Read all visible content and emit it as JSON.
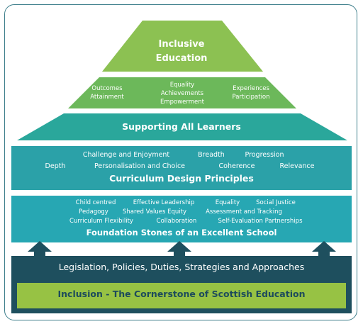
{
  "apex": {
    "line1": "Inclusive",
    "line2": "Education"
  },
  "tier2": {
    "left": [
      "Outcomes",
      "Attainment"
    ],
    "center": [
      "Equality",
      "Achievements",
      "Empowerment"
    ],
    "right": [
      "Experiences",
      "Participation"
    ]
  },
  "supporting": "Supporting All Learners",
  "curriculum": {
    "row1": [
      "Challenge and Enjoyment",
      "Breadth",
      "Progression"
    ],
    "row2": [
      "Depth",
      "Personalisation and Choice",
      "Coherence",
      "Relevance"
    ],
    "title": "Curriculum Design Principles"
  },
  "foundation": {
    "row1": [
      "Child centred",
      "Effective Leadership",
      "Equality",
      "Social Justice"
    ],
    "row2": [
      "Pedagogy",
      "Shared Values Equity",
      "Assessment and Tracking"
    ],
    "row3": [
      "Curriculum Flexibility",
      "Collaboration",
      "Self-Evaluation Partnerships"
    ],
    "title": "Foundation Stones of an Excellent School"
  },
  "legislation": "Legislation, Policies, Duties, Strategies and Approaches",
  "cornerstone": "Inclusion - The Cornerstone of Scottish Education",
  "colors": {
    "apex": "#8cc152",
    "tier2": "#6cb85a",
    "supporting": "#2aa79b",
    "curriculum": "#2ba1a8",
    "foundation": "#27a7b3",
    "legislation": "#1e4f5e",
    "cornerstone": "#97c244",
    "cornerstone_text": "#1d4b5b",
    "arrow": "#1e4f5e",
    "frame": "#3f7f8c"
  }
}
